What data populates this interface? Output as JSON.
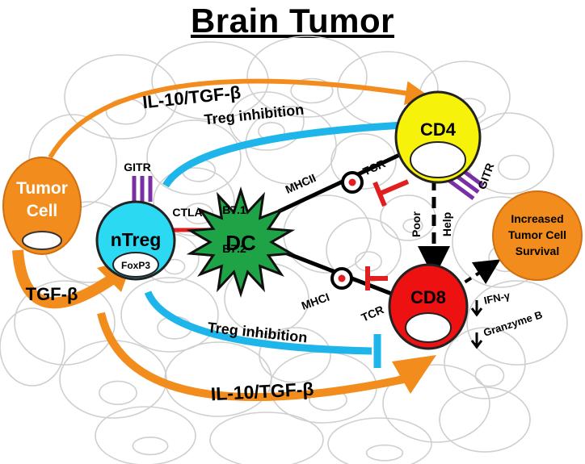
{
  "title": "Brain Tumor",
  "colors": {
    "tumor": "#F28C1C",
    "treg": "#2BD9F2",
    "dc": "#1FA347",
    "cd4": "#F7F20A",
    "cd8": "#EE1111",
    "inhibition": "#1DB5EA",
    "cytokine": "#F28C1C",
    "gitr": "#7A2FA6",
    "ctla": "#E02020",
    "b7": "#F09A2A",
    "background_cells": "#CFCFCF"
  },
  "cells": {
    "tumor": {
      "line1": "Tumor",
      "line2": "Cell"
    },
    "treg": {
      "label": "nTreg",
      "marker": "FoxP3"
    },
    "dc": {
      "label": "DC"
    },
    "cd4": {
      "label": "CD4"
    },
    "cd8": {
      "label": "CD8"
    },
    "outcome": {
      "line1": "Increased",
      "line2": "Tumor Cell",
      "line3": "Survival"
    }
  },
  "labels": {
    "il10_top": "IL-10/TGF-β",
    "il10_bottom": "IL-10/TGF-β",
    "tgf": "TGF-β",
    "treg_inhibition_top": "Treg inhibition",
    "treg_inhibition_bottom": "Treg inhibition",
    "gitr_treg": "GITR",
    "gitr_cd4": "GITR",
    "ctla": "CTLA",
    "b71": "B7.1",
    "b72": "B7.2",
    "mhcii": "MHCII",
    "mhci": "MHCI",
    "tcr_cd4": "TCR",
    "tcr_cd8": "TCR",
    "poor": "Poor",
    "help": "Help",
    "ifn": "IFN-γ",
    "granzyme": "Granzyme B"
  }
}
